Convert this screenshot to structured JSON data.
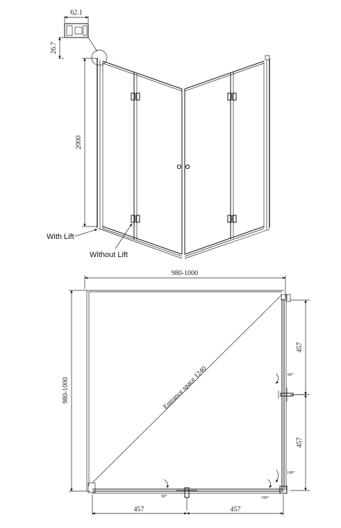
{
  "profile": {
    "width_label": "62.1",
    "height_label": "26.7"
  },
  "elevation": {
    "height_label": "2000",
    "callout_with_lift": "With Lift",
    "callout_without_lift": "Without Lift"
  },
  "plan": {
    "width_label": "980-1000",
    "depth_label": "980-1000",
    "entrance_label": "Entrance space 1240",
    "right_upper_label": "457",
    "right_lower_label": "457",
    "bottom_left_label": "457",
    "bottom_right_label": "457",
    "angle_right_upper": "90°",
    "angle_right_lower": "180°",
    "angle_bottom_left": "90°",
    "angle_bottom_right": "180°"
  }
}
